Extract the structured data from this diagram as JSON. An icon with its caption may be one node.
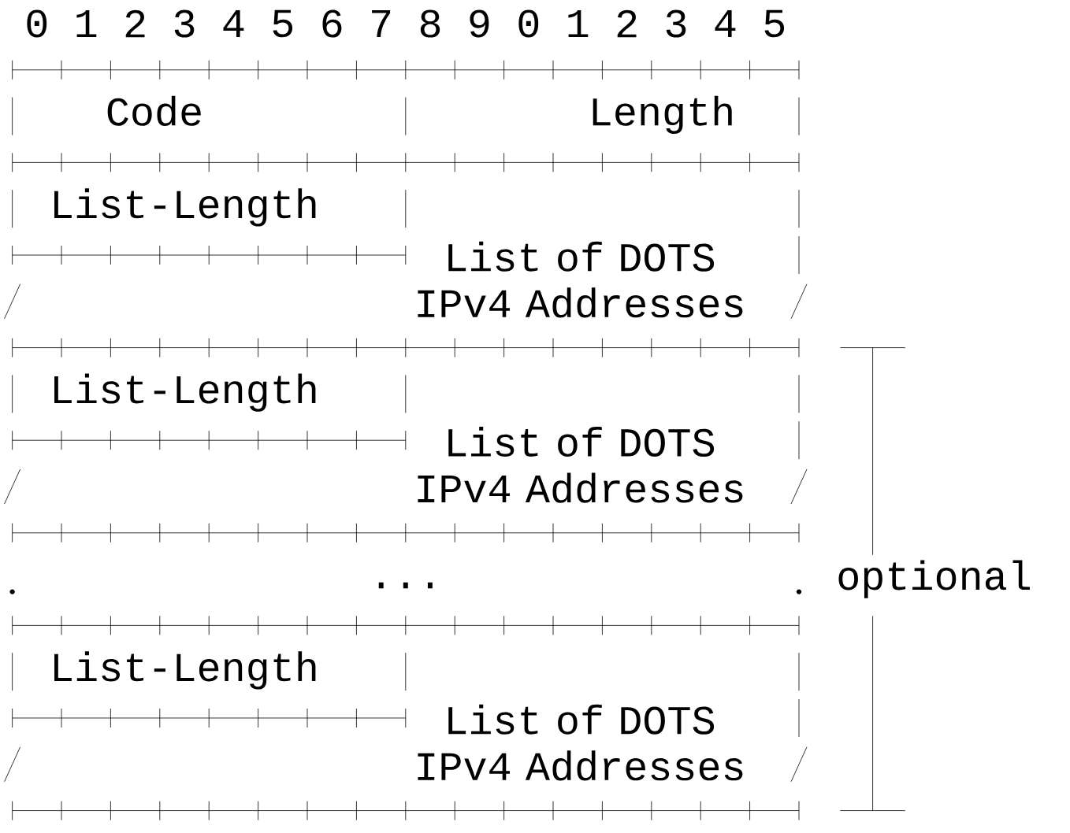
{
  "diagram": {
    "nodes": [
      {
        "text": [
          "Code"
        ]
      },
      {
        "text": [
          "Length"
        ]
      },
      {
        "text": [
          "List-Length"
        ]
      },
      {
        "text": [
          "List of DOTS IPv4 Addresses"
        ]
      },
      {
        "text": [
          "List-Length"
        ]
      },
      {
        "text": [
          "List of DOTS IPv4 Addresses"
        ]
      },
      {
        "text": [
          "..."
        ]
      },
      {
        "text": [
          "List-Length"
        ]
      },
      {
        "text": [
          "List of DOTS IPv4 Addresses"
        ]
      }
    ],
    "edges": [],
    "labels": [
      "0",
      "1",
      "2",
      "3",
      "4",
      "5",
      "6",
      "7",
      "8",
      "9",
      "0",
      "1",
      "2",
      "3",
      "4",
      "5",
      "optional"
    ]
  }
}
